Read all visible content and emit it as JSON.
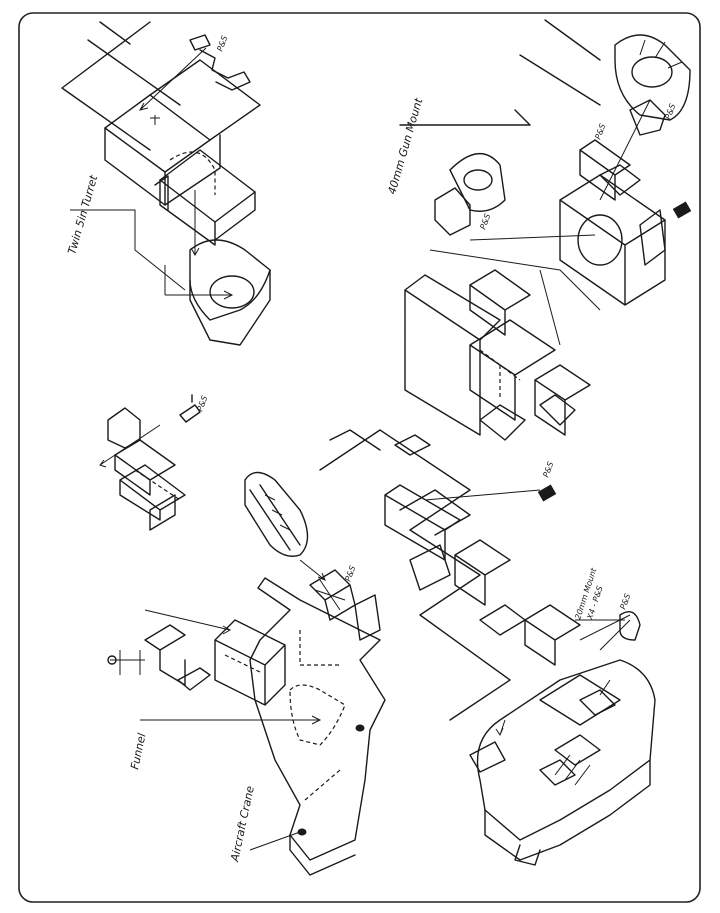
{
  "labels": {
    "twin_turret": "Twin 5in Turret",
    "gun_mount_40mm": "40mm Gun Mount",
    "mount_20mm": "20mm Mount",
    "x4_pas": "X4 - P&S",
    "funnel": "Funnel",
    "aircraft_crane": "Aircraft Crane",
    "pas": "P&S"
  }
}
